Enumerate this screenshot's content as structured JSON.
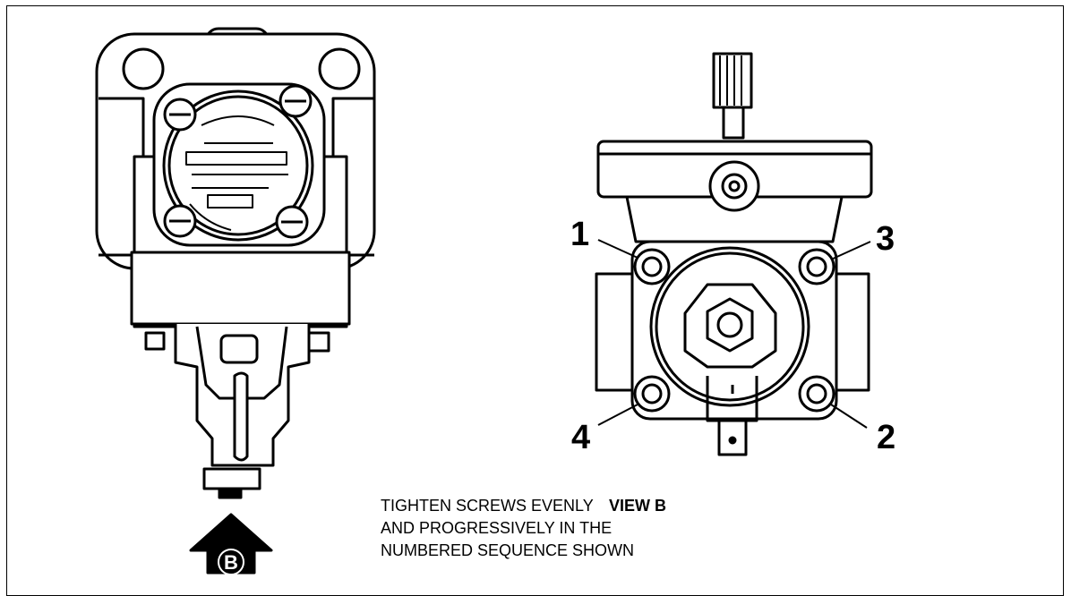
{
  "callouts": [
    "1",
    "2",
    "3",
    "4"
  ],
  "view_label": "VIEW B",
  "arrow_letter": "B",
  "note_lines": [
    "TIGHTEN SCREWS EVENLY",
    "AND PROGRESSIVELY IN THE",
    "NUMBERED SEQUENCE SHOWN"
  ]
}
